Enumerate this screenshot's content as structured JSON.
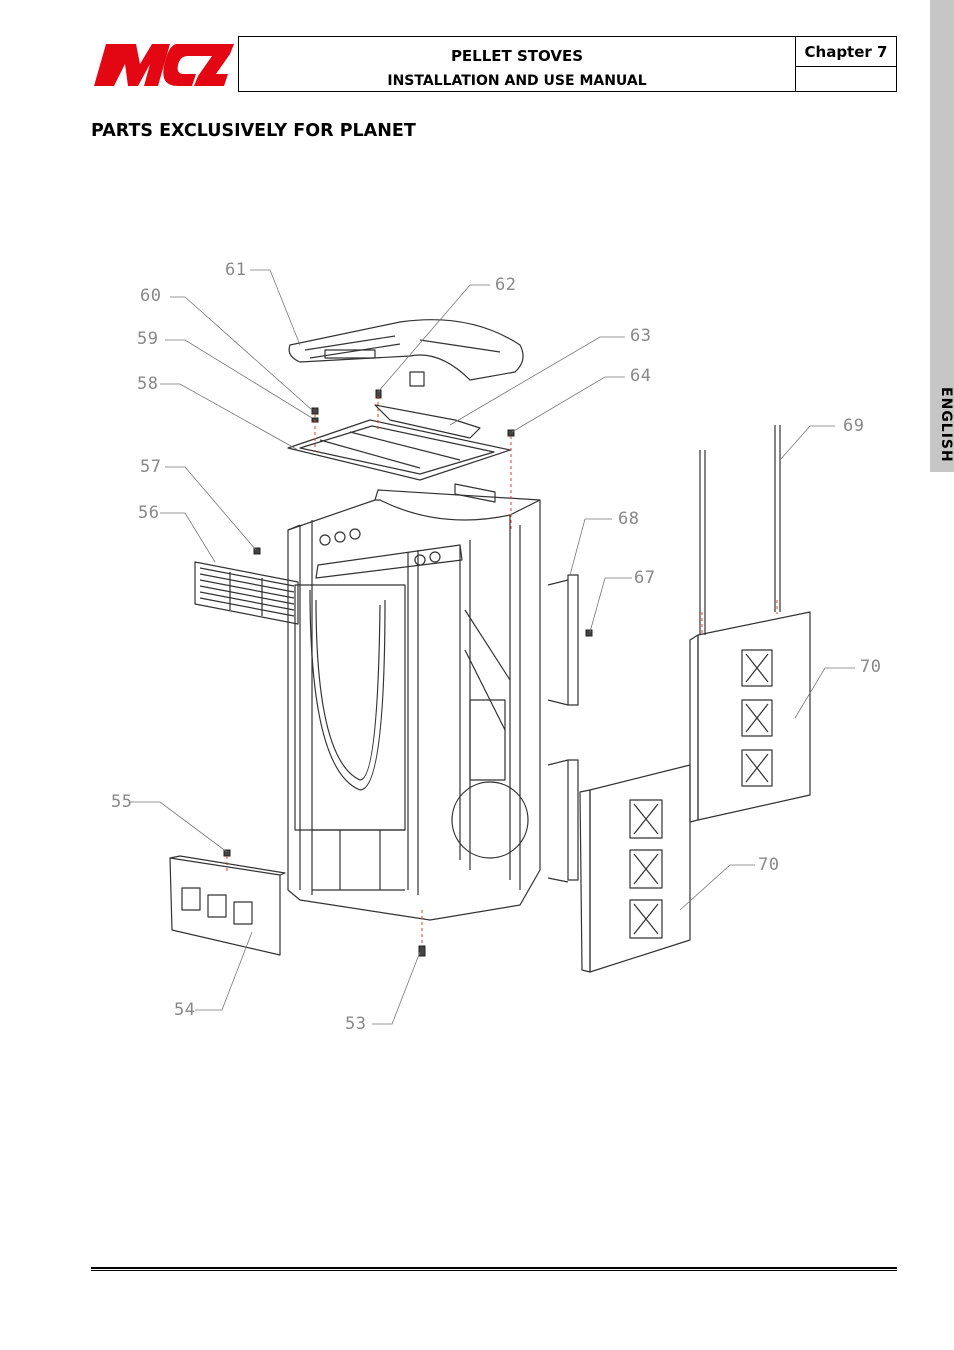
{
  "header": {
    "title": "PELLET STOVES",
    "subtitle": "INSTALLATION AND USE MANUAL",
    "chapter": "Chapter 7"
  },
  "logo": {
    "text": "MCZ",
    "color": "#e30613"
  },
  "section_title": "PARTS EXCLUSIVELY FOR PLANET",
  "side_tab": "ENGLISH",
  "callouts": {
    "c53": "53",
    "c54": "54",
    "c55": "55",
    "c56": "56",
    "c57": "57",
    "c58": "58",
    "c59": "59",
    "c60": "60",
    "c61": "61",
    "c62": "62",
    "c63": "63",
    "c64": "64",
    "c67": "67",
    "c68": "68",
    "c69": "69",
    "c70a": "70",
    "c70b": "70"
  }
}
